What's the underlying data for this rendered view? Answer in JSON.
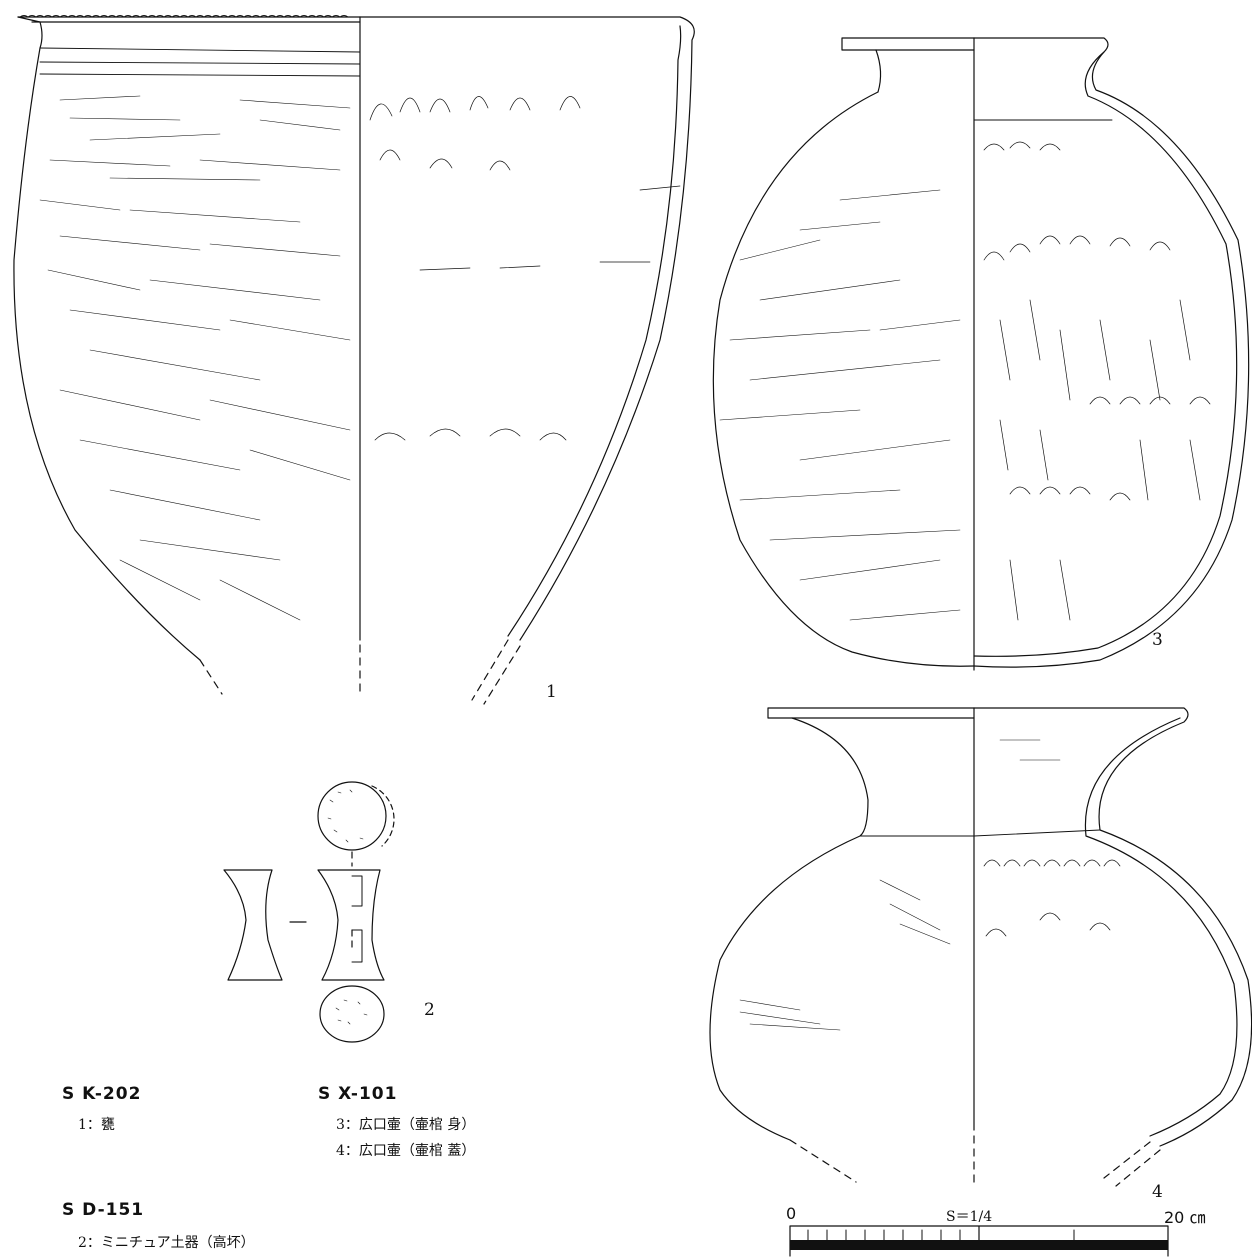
{
  "figure_numbers": {
    "n1": "1",
    "n2": "2",
    "n3": "3",
    "n4": "4"
  },
  "legend": {
    "group_a": {
      "heading": "S K-202",
      "items": [
        "1：甕"
      ]
    },
    "group_b": {
      "heading": "S D-151",
      "items": [
        "2：ミニチュア土器（高坏）"
      ]
    },
    "group_c": {
      "heading": "S X-101",
      "items": [
        "3：広口壷（壷棺 身）",
        "4：広口壷（壷棺 蓋）"
      ]
    }
  },
  "scale_bar": {
    "start": "0",
    "end": "20 ㎝",
    "ratio": "S＝1/4"
  }
}
